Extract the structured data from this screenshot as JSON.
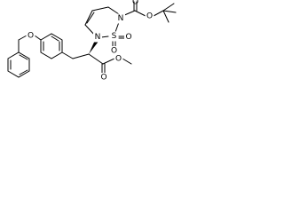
{
  "molecule": {
    "atoms": {
      "ether_oxygen": "O",
      "ring_n_left": "N",
      "ring_n_right": "N",
      "sulfur": "S",
      "sulfonyl_oxygen_1": "O",
      "sulfonyl_oxygen_2": "O",
      "boc_carbonyl_oxygen": "O",
      "boc_ether_oxygen": "O",
      "ester_carbonyl_oxygen": "O",
      "ester_ether_oxygen": "O"
    }
  }
}
